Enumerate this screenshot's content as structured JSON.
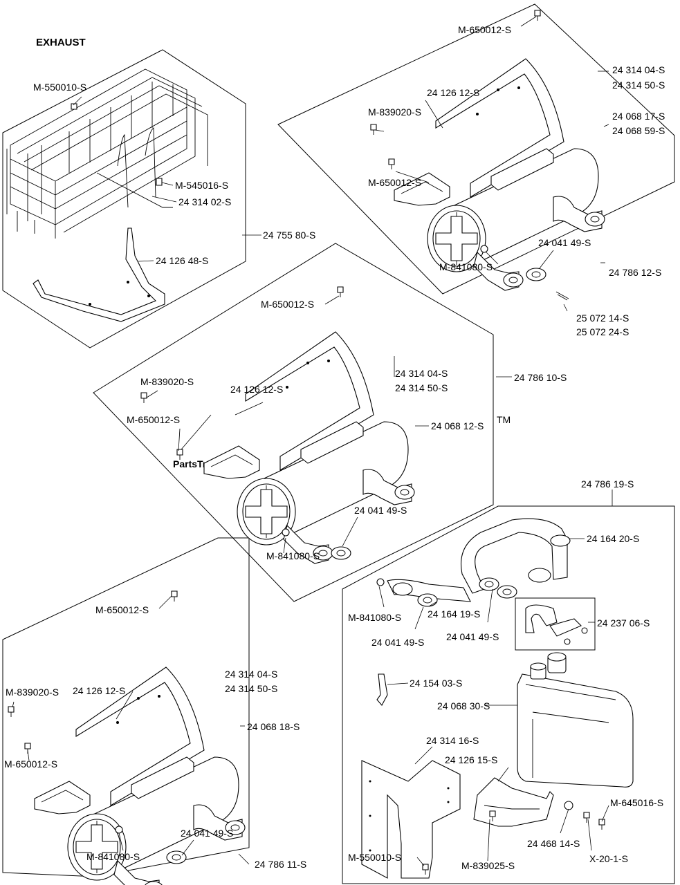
{
  "title": "EXHAUST",
  "watermark": "PartsTree",
  "watermark_tm": "TM",
  "labels": {
    "grid_bolt": "M-550010-S",
    "grid_screw": "M-545016-S",
    "grid_rod": "24 314 02-S",
    "grid_asm": "24 755 80-S",
    "grid_bracket": "24 126 48-S",
    "tr_bolt_top": "M-650012-S",
    "tr_shield_a": "24 314 04-S",
    "tr_shield_b": "24 314 50-S",
    "tr_bracket": "24 126 12-S",
    "tr_screw": "M-839020-S",
    "tr_muffler_a": "24 068 17-S",
    "tr_muffler_b": "24 068 59-S",
    "tr_bolt_mid": "M-650012-S",
    "tr_gasket": "24 041 49-S",
    "tr_nut": "M-841080-S",
    "tr_asm": "24 786 12-S",
    "tr_stud_a": "25 072 14-S",
    "tr_stud_b": "25 072 24-S",
    "mc_bolt_top": "M-650012-S",
    "mc_shield_a": "24 314 04-S",
    "mc_shield_b": "24 314 50-S",
    "mc_asm": "24 786 10-S",
    "mc_screw": "M-839020-S",
    "mc_bracket": "24 126 12-S",
    "mc_bolt_mid": "M-650012-S",
    "mc_muffler": "24 068 12-S",
    "mc_gasket": "24 041 49-S",
    "mc_nut": "M-841080-S",
    "br_asm": "24 786 19-S",
    "br_pipe_top": "24 164 20-S",
    "br_nut": "M-841080-S",
    "br_pipe": "24 164 19-S",
    "br_gasket_left": "24 041 49-S",
    "br_gasket_right": "24 041 49-S",
    "br_clamp": "24 237 06-S",
    "br_hanger": "24 154 03-S",
    "br_muffler": "24 068 30-S",
    "br_shield": "24 314 16-S",
    "br_bracket": "24 126 15-S",
    "br_screw": "M-645016-S",
    "br_washer": "24 468 14-S",
    "br_bolt_low": "M-550010-S",
    "br_screw_low": "M-839025-S",
    "br_xfast": "X-20-1-S",
    "bl_bolt_top": "M-650012-S",
    "bl_shield_a": "24 314 04-S",
    "bl_shield_b": "24 314 50-S",
    "bl_screw": "M-839020-S",
    "bl_bracket": "24 126 12-S",
    "bl_muffler": "24 068 18-S",
    "bl_bolt_mid": "M-650012-S",
    "bl_gasket": "24 041 49-S",
    "bl_nut": "M-841080-S",
    "bl_asm": "24 786 11-S"
  }
}
